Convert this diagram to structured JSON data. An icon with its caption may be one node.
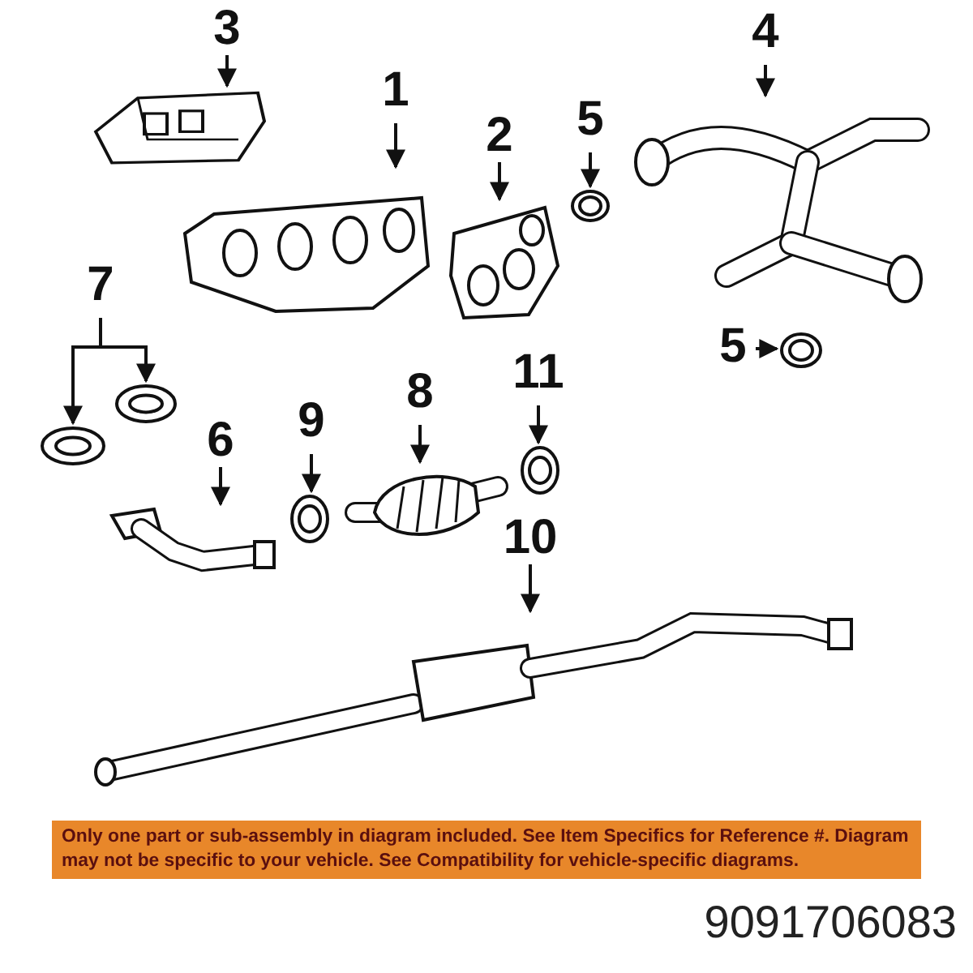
{
  "diagram": {
    "nodes": [
      {
        "text": [
          "3"
        ]
      },
      {
        "text": [],
        "shape": "picture"
      },
      {
        "text": [
          "1"
        ]
      },
      {
        "text": [],
        "shape": "picture"
      },
      {
        "text": [
          "2"
        ]
      },
      {
        "text": [],
        "shape": "picture"
      },
      {
        "text": [
          "5"
        ]
      },
      {
        "text": [],
        "shape": "picture"
      },
      {
        "text": [
          "4"
        ]
      },
      {
        "text": [],
        "shape": "picture"
      },
      {
        "text": [
          "5"
        ]
      },
      {
        "text": [],
        "shape": "picture"
      },
      {
        "text": [
          "7"
        ]
      },
      {
        "text": [],
        "shape": "picture"
      },
      {
        "text": [],
        "shape": "picture"
      },
      {
        "text": [
          "6"
        ]
      },
      {
        "text": [],
        "shape": "picture"
      },
      {
        "text": [
          "9"
        ]
      },
      {
        "text": [],
        "shape": "picture"
      },
      {
        "text": [
          "8"
        ]
      },
      {
        "text": [],
        "shape": "picture"
      },
      {
        "text": [
          "11"
        ]
      },
      {
        "text": [],
        "shape": "picture"
      },
      {
        "text": [
          "10"
        ]
      },
      {
        "text": [],
        "shape": "picture"
      }
    ],
    "edges": [
      {
        "from": 0,
        "to": 1,
        "arrow": "to"
      },
      {
        "from": 2,
        "to": 3,
        "arrow": "to"
      },
      {
        "from": 4,
        "to": 5,
        "arrow": "to"
      },
      {
        "from": 6,
        "to": 7,
        "arrow": "to"
      },
      {
        "from": 8,
        "to": 9,
        "arrow": "to"
      },
      {
        "from": 10,
        "to": 11,
        "arrow": "to"
      },
      {
        "from": 12,
        "to": 13,
        "arrow": "to"
      },
      {
        "from": 12,
        "to": 14,
        "arrow": "to"
      },
      {
        "from": 15,
        "to": 16,
        "arrow": "to"
      },
      {
        "from": 17,
        "to": 18,
        "arrow": "to"
      },
      {
        "from": 19,
        "to": 20,
        "arrow": "to"
      },
      {
        "from": 21,
        "to": 22,
        "arrow": "to"
      },
      {
        "from": 23,
        "to": 24,
        "arrow": "to"
      }
    ],
    "labels": [
      "Only one part or sub-assembly in diagram included. See Item Specifics for Reference #. Diagram may not be specific to your vehicle. See Compatibility for vehicle-specific diagrams.",
      "9091706083"
    ]
  }
}
